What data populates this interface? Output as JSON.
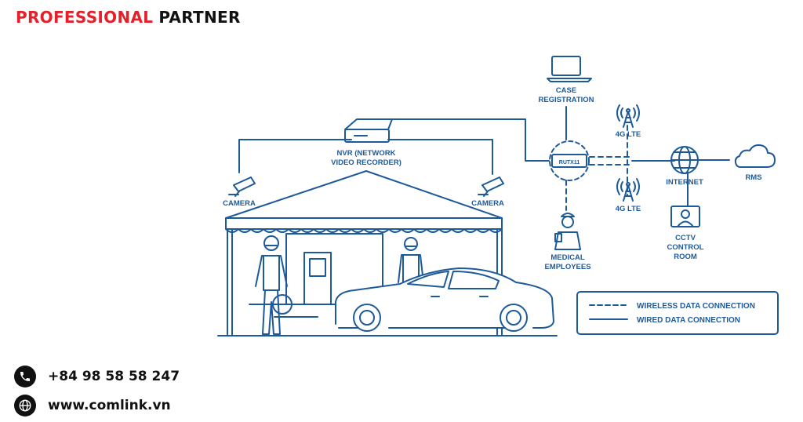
{
  "brand": {
    "part1": "PROFESSIONAL",
    "part2": "PARTNER",
    "accent_color": "#e4202a"
  },
  "diagram": {
    "line_color": "#1e5a9a",
    "labels": {
      "nvr_1": "NVR (NETWORK",
      "nvr_2": "VIDEO RECORDER)",
      "camera_left": "CAMERA",
      "camera_right": "CAMERA",
      "case_1": "CASE",
      "case_2": "REGISTRATION",
      "router": "RUTX11",
      "lte_top": "4G LTE",
      "lte_bottom": "4G LTE",
      "internet": "INTERNET",
      "rms": "RMS",
      "medical_1": "MEDICAL",
      "medical_2": "EMPLOYEES",
      "cctv_1": "CCTV",
      "cctv_2": "CONTROL",
      "cctv_3": "ROOM"
    },
    "legend": {
      "wireless": "WIRELESS DATA CONNECTION",
      "wired": "WIRED DATA CONNECTION"
    }
  },
  "contact": {
    "phone": "+84 98 58 58 247",
    "phone_icon": "phone-icon",
    "website": "www.comlink.vn",
    "website_icon": "globe-icon"
  }
}
